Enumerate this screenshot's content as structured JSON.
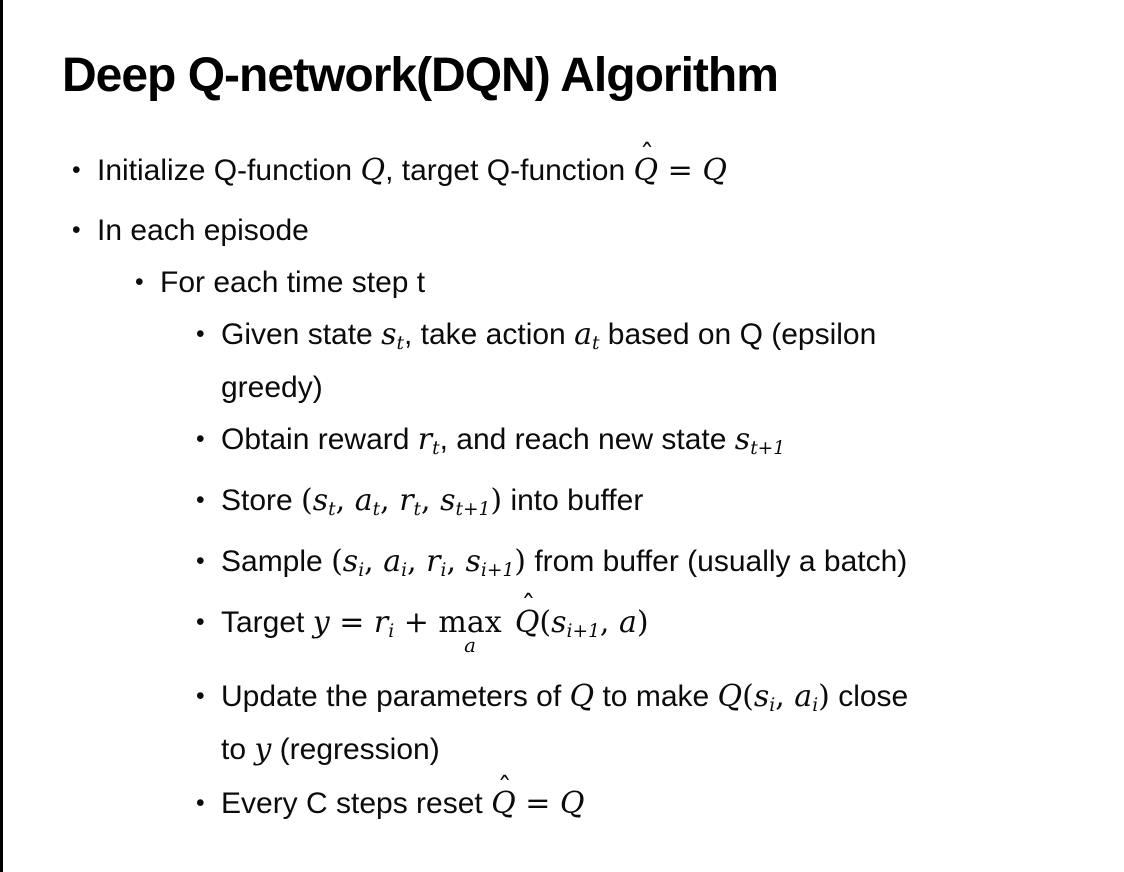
{
  "slide": {
    "title": "Deep Q-network(DQN) Algorithm",
    "bullet_char": "•",
    "background_color": "#ffffff",
    "text_color": "#0b0b0b",
    "edge_line_color": "#000000",
    "bullets": [
      {
        "level": 1,
        "segments": [
          {
            "k": "t",
            "v": "Initialize Q-function "
          },
          {
            "k": "v",
            "v": "Q"
          },
          {
            "k": "t",
            "v": ", target Q-function "
          },
          {
            "k": "h",
            "v": "Q"
          },
          {
            "k": "m",
            "v": " = "
          },
          {
            "k": "v",
            "v": "Q"
          }
        ]
      },
      {
        "level": 1,
        "segments": [
          {
            "k": "t",
            "v": "In each episode"
          }
        ]
      },
      {
        "level": 2,
        "segments": [
          {
            "k": "t",
            "v": "For each time step t"
          }
        ]
      },
      {
        "level": 3,
        "segments": [
          {
            "k": "t",
            "v": "Given state "
          },
          {
            "k": "v",
            "v": "s"
          },
          {
            "k": "s",
            "v": "t"
          },
          {
            "k": "t",
            "v": ", take action "
          },
          {
            "k": "v",
            "v": "a"
          },
          {
            "k": "s",
            "v": "t"
          },
          {
            "k": "t",
            "v": " based on Q (epsilon"
          },
          {
            "k": "br"
          },
          {
            "k": "t",
            "v": "greedy)"
          }
        ]
      },
      {
        "level": 3,
        "segments": [
          {
            "k": "t",
            "v": "Obtain reward "
          },
          {
            "k": "v",
            "v": "r"
          },
          {
            "k": "s",
            "v": "t"
          },
          {
            "k": "t",
            "v": ", and reach new state "
          },
          {
            "k": "v",
            "v": "s"
          },
          {
            "k": "s",
            "v": "t+1"
          }
        ]
      },
      {
        "level": 3,
        "segments": [
          {
            "k": "t",
            "v": "Store "
          },
          {
            "k": "m",
            "v": "("
          },
          {
            "k": "v",
            "v": "s"
          },
          {
            "k": "s",
            "v": "t"
          },
          {
            "k": "m",
            "v": ", "
          },
          {
            "k": "v",
            "v": "a"
          },
          {
            "k": "s",
            "v": "t"
          },
          {
            "k": "m",
            "v": ", "
          },
          {
            "k": "v",
            "v": "r"
          },
          {
            "k": "s",
            "v": "t"
          },
          {
            "k": "m",
            "v": ", "
          },
          {
            "k": "v",
            "v": "s"
          },
          {
            "k": "s",
            "v": "t+1"
          },
          {
            "k": "m",
            "v": ")"
          },
          {
            "k": "t",
            "v": " into buffer"
          }
        ]
      },
      {
        "level": 3,
        "segments": [
          {
            "k": "t",
            "v": "Sample "
          },
          {
            "k": "m",
            "v": "("
          },
          {
            "k": "v",
            "v": "s"
          },
          {
            "k": "s",
            "v": "i"
          },
          {
            "k": "m",
            "v": ", "
          },
          {
            "k": "v",
            "v": "a"
          },
          {
            "k": "s",
            "v": "i"
          },
          {
            "k": "m",
            "v": ", "
          },
          {
            "k": "v",
            "v": "r"
          },
          {
            "k": "s",
            "v": "i"
          },
          {
            "k": "m",
            "v": ", "
          },
          {
            "k": "v",
            "v": "s"
          },
          {
            "k": "s",
            "v": "i+1"
          },
          {
            "k": "m",
            "v": ")"
          },
          {
            "k": "t",
            "v": " from buffer (usually a batch)"
          }
        ]
      },
      {
        "level": 3,
        "segments": [
          {
            "k": "t",
            "v": "Target "
          },
          {
            "k": "v",
            "v": "y"
          },
          {
            "k": "m",
            "v": " = "
          },
          {
            "k": "v",
            "v": "r"
          },
          {
            "k": "s",
            "v": "i"
          },
          {
            "k": "m",
            "v": " + "
          },
          {
            "k": "u",
            "v": "max",
            "u": "a"
          },
          {
            "k": "m",
            "v": " "
          },
          {
            "k": "h",
            "v": "Q"
          },
          {
            "k": "m",
            "v": "("
          },
          {
            "k": "v",
            "v": "s"
          },
          {
            "k": "s",
            "v": "i+1"
          },
          {
            "k": "m",
            "v": ", "
          },
          {
            "k": "v",
            "v": "a"
          },
          {
            "k": "m",
            "v": ")"
          }
        ]
      },
      {
        "level": 3,
        "segments": [
          {
            "k": "t",
            "v": "Update the parameters of "
          },
          {
            "k": "v",
            "v": "Q"
          },
          {
            "k": "t",
            "v": " to make "
          },
          {
            "k": "v",
            "v": "Q"
          },
          {
            "k": "m",
            "v": "("
          },
          {
            "k": "v",
            "v": "s"
          },
          {
            "k": "s",
            "v": "i"
          },
          {
            "k": "m",
            "v": ", "
          },
          {
            "k": "v",
            "v": "a"
          },
          {
            "k": "s",
            "v": "i"
          },
          {
            "k": "m",
            "v": ")"
          },
          {
            "k": "t",
            "v": " close"
          },
          {
            "k": "br"
          },
          {
            "k": "t",
            "v": "to "
          },
          {
            "k": "v",
            "v": "y"
          },
          {
            "k": "t",
            "v": " (regression)"
          }
        ]
      },
      {
        "level": 3,
        "segments": [
          {
            "k": "t",
            "v": "Every C steps reset "
          },
          {
            "k": "h",
            "v": "Q"
          },
          {
            "k": "m",
            "v": " = "
          },
          {
            "k": "v",
            "v": "Q"
          }
        ]
      }
    ]
  }
}
